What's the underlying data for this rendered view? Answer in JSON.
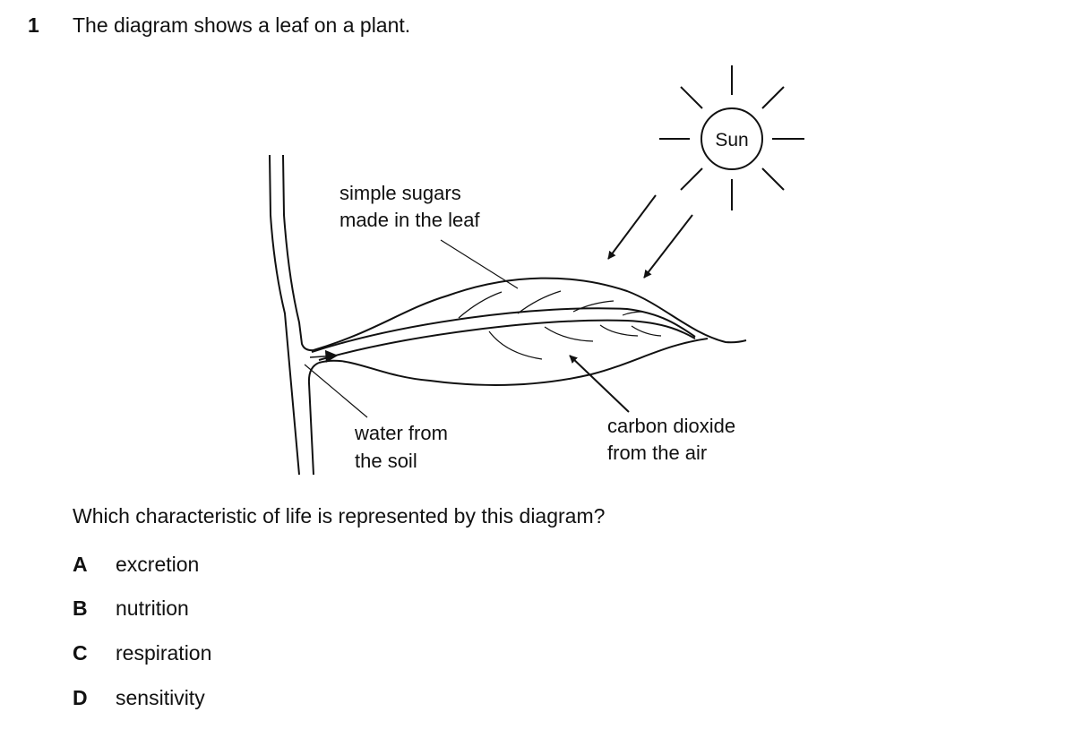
{
  "question": {
    "number": "1",
    "stem": "The diagram shows a leaf on a plant.",
    "prompt": "Which characteristic of life is represented by this diagram?"
  },
  "diagram": {
    "sun_label": "Sun",
    "sugars_label": [
      "simple sugars",
      "made in the leaf"
    ],
    "water_label": [
      "water from",
      "the soil"
    ],
    "co2_label": [
      "carbon dioxide",
      "from the air"
    ]
  },
  "options": [
    {
      "letter": "A",
      "text": "excretion"
    },
    {
      "letter": "B",
      "text": "nutrition"
    },
    {
      "letter": "C",
      "text": "respiration"
    },
    {
      "letter": "D",
      "text": "sensitivity"
    }
  ]
}
